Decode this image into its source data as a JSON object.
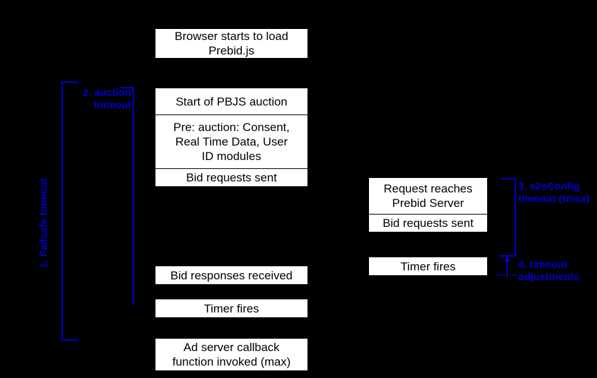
{
  "diagram": {
    "title": "Prebid timeout flow diagram",
    "background_color": "#000000",
    "box_fill": "#ffffff",
    "box_text_color": "#000000",
    "annotation_color": "#0000cc"
  },
  "client_column": {
    "boxes": [
      {
        "id": "browser-load",
        "text": "Browser starts to load\nPrebid.js"
      },
      {
        "id": "auction-start",
        "text": "Start of PBJS auction"
      },
      {
        "id": "pre-auction",
        "text": "Pre: auction: Consent,\nReal Time Data, User\nID modules"
      },
      {
        "id": "bid-requests-sent",
        "text": "Bid requests sent"
      },
      {
        "id": "bid-responses",
        "text": "Bid responses received"
      },
      {
        "id": "timer-fires",
        "text": "Timer fires"
      },
      {
        "id": "ad-server-callback",
        "text": "Ad server callback\nfunction invoked (max)"
      }
    ]
  },
  "server_column": {
    "boxes": [
      {
        "id": "request-reaches-server",
        "text": "Request reaches\nPrebid Server"
      },
      {
        "id": "server-bid-requests-sent",
        "text": "Bid requests sent"
      },
      {
        "id": "server-timer-fires",
        "text": "Timer fires"
      }
    ]
  },
  "annotations": {
    "failsafe_timeout": "1. Failsafe timeout",
    "auction_timeout": "2. auction\ntimeout",
    "s2s_timeout": "3. s2sConfig\ntimeout (tmax)",
    "timeout_adjustments": "4. timeout\nadjustments"
  }
}
